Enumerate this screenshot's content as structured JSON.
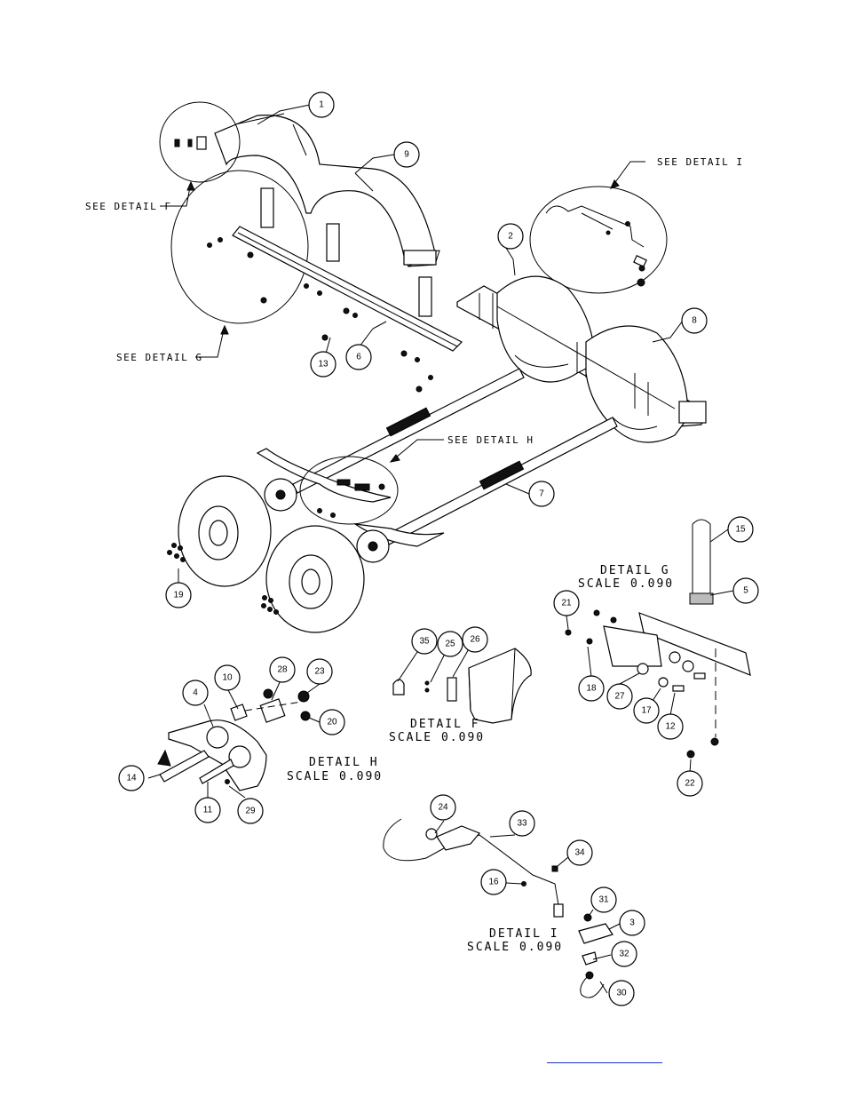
{
  "callouts": [
    {
      "n": "1"
    },
    {
      "n": "9"
    },
    {
      "n": "2"
    },
    {
      "n": "8"
    },
    {
      "n": "13"
    },
    {
      "n": "6"
    },
    {
      "n": "7"
    },
    {
      "n": "19"
    },
    {
      "n": "15"
    },
    {
      "n": "5"
    },
    {
      "n": "21"
    },
    {
      "n": "18"
    },
    {
      "n": "27"
    },
    {
      "n": "17"
    },
    {
      "n": "12"
    },
    {
      "n": "22"
    },
    {
      "n": "35"
    },
    {
      "n": "25"
    },
    {
      "n": "26"
    },
    {
      "n": "10"
    },
    {
      "n": "28"
    },
    {
      "n": "23"
    },
    {
      "n": "4"
    },
    {
      "n": "20"
    },
    {
      "n": "14"
    },
    {
      "n": "11"
    },
    {
      "n": "29"
    },
    {
      "n": "24"
    },
    {
      "n": "33"
    },
    {
      "n": "34"
    },
    {
      "n": "16"
    },
    {
      "n": "31"
    },
    {
      "n": "3"
    },
    {
      "n": "32"
    },
    {
      "n": "30"
    }
  ],
  "see_detail": {
    "f": "SEE DETAIL  F",
    "g": "SEE DETAIL  G",
    "h": "SEE DETAIL  H",
    "i": "SEE DETAIL  I"
  },
  "details": {
    "g": {
      "title": "DETAIL  G",
      "scale": "SCALE  0.090"
    },
    "f": {
      "title": "DETAIL  F",
      "scale": "SCALE  0.090"
    },
    "h": {
      "title": "DETAIL  H",
      "scale": "SCALE  0.090"
    },
    "i": {
      "title": "DETAIL  I",
      "scale": "SCALE  0.090"
    }
  },
  "footer": {
    "link_text": ""
  }
}
